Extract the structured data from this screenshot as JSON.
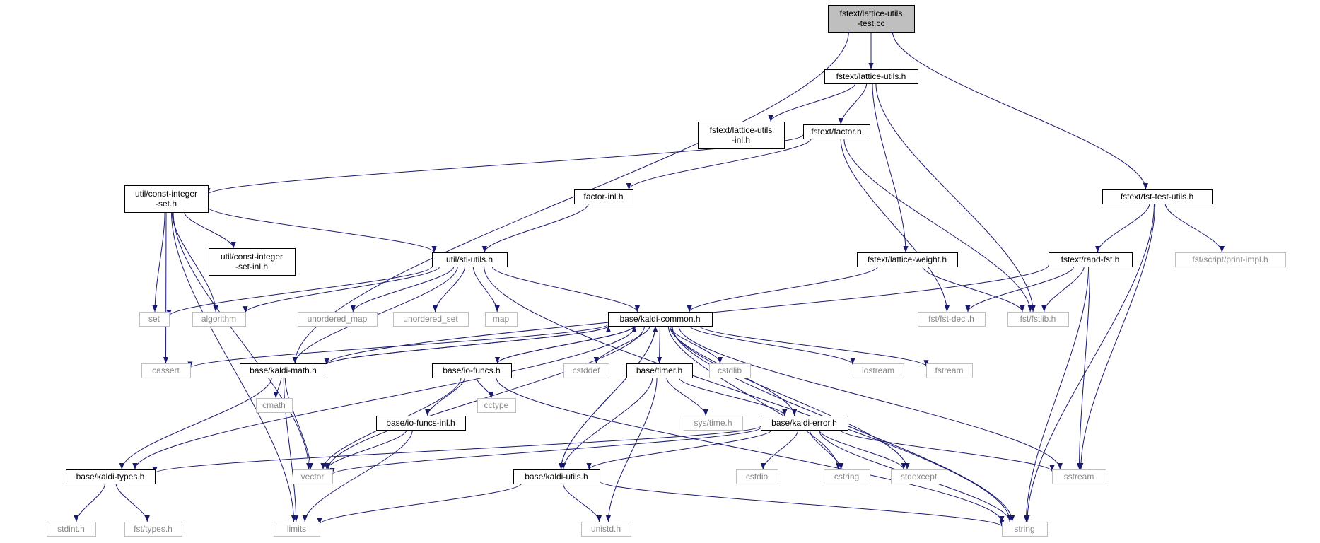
{
  "colors": {
    "edge": "#191970",
    "root_fill": "#bfbfbf",
    "root_border": "#000000",
    "local_border": "#000000",
    "local_fill": "#ffffff",
    "external_border": "#bfbfbf",
    "external_text": "#888888",
    "text": "#000000"
  },
  "diagram": {
    "nodes": [
      {
        "id": "root",
        "lines": [
          "fstext/lattice-utils",
          "-test.cc"
        ],
        "kind": "root"
      },
      {
        "id": "lattice_utils_h",
        "lines": [
          "fstext/lattice-utils.h"
        ],
        "kind": "local"
      },
      {
        "id": "lattice_utils_inl",
        "lines": [
          "fstext/lattice-utils",
          "-inl.h"
        ],
        "kind": "local"
      },
      {
        "id": "factor_h",
        "lines": [
          "fstext/factor.h"
        ],
        "kind": "local"
      },
      {
        "id": "fst_test_utils",
        "lines": [
          "fstext/fst-test-utils.h"
        ],
        "kind": "local"
      },
      {
        "id": "const_integer_set",
        "lines": [
          "util/const-integer",
          "-set.h"
        ],
        "kind": "local"
      },
      {
        "id": "factor_inl",
        "lines": [
          "factor-inl.h"
        ],
        "kind": "local"
      },
      {
        "id": "const_integer_set_inl",
        "lines": [
          "util/const-integer",
          "-set-inl.h"
        ],
        "kind": "local"
      },
      {
        "id": "stl_utils",
        "lines": [
          "util/stl-utils.h"
        ],
        "kind": "local"
      },
      {
        "id": "lattice_weight",
        "lines": [
          "fstext/lattice-weight.h"
        ],
        "kind": "local"
      },
      {
        "id": "rand_fst",
        "lines": [
          "fstext/rand-fst.h"
        ],
        "kind": "local"
      },
      {
        "id": "print_impl",
        "lines": [
          "fst/script/print-impl.h"
        ],
        "kind": "external"
      },
      {
        "id": "set",
        "lines": [
          "set"
        ],
        "kind": "external"
      },
      {
        "id": "algorithm",
        "lines": [
          "algorithm"
        ],
        "kind": "external"
      },
      {
        "id": "unordered_map",
        "lines": [
          "unordered_map"
        ],
        "kind": "external"
      },
      {
        "id": "unordered_set",
        "lines": [
          "unordered_set"
        ],
        "kind": "external"
      },
      {
        "id": "map",
        "lines": [
          "map"
        ],
        "kind": "external"
      },
      {
        "id": "kaldi_common",
        "lines": [
          "base/kaldi-common.h"
        ],
        "kind": "local"
      },
      {
        "id": "fst_decl",
        "lines": [
          "fst/fst-decl.h"
        ],
        "kind": "external"
      },
      {
        "id": "fstlib",
        "lines": [
          "fst/fstlib.h"
        ],
        "kind": "external"
      },
      {
        "id": "cassert",
        "lines": [
          "cassert"
        ],
        "kind": "external"
      },
      {
        "id": "kaldi_math",
        "lines": [
          "base/kaldi-math.h"
        ],
        "kind": "local"
      },
      {
        "id": "io_funcs",
        "lines": [
          "base/io-funcs.h"
        ],
        "kind": "local"
      },
      {
        "id": "cstddef",
        "lines": [
          "cstddef"
        ],
        "kind": "external"
      },
      {
        "id": "timer",
        "lines": [
          "base/timer.h"
        ],
        "kind": "local"
      },
      {
        "id": "cstdlib",
        "lines": [
          "cstdlib"
        ],
        "kind": "external"
      },
      {
        "id": "iostream",
        "lines": [
          "iostream"
        ],
        "kind": "external"
      },
      {
        "id": "fstream",
        "lines": [
          "fstream"
        ],
        "kind": "external"
      },
      {
        "id": "cmath",
        "lines": [
          "cmath"
        ],
        "kind": "external"
      },
      {
        "id": "io_funcs_inl",
        "lines": [
          "base/io-funcs-inl.h"
        ],
        "kind": "local"
      },
      {
        "id": "cctype",
        "lines": [
          "cctype"
        ],
        "kind": "external"
      },
      {
        "id": "sys_time",
        "lines": [
          "sys/time.h"
        ],
        "kind": "external"
      },
      {
        "id": "kaldi_error",
        "lines": [
          "base/kaldi-error.h"
        ],
        "kind": "local"
      },
      {
        "id": "kaldi_types",
        "lines": [
          "base/kaldi-types.h"
        ],
        "kind": "local"
      },
      {
        "id": "vector",
        "lines": [
          "vector"
        ],
        "kind": "external"
      },
      {
        "id": "kaldi_utils",
        "lines": [
          "base/kaldi-utils.h"
        ],
        "kind": "local"
      },
      {
        "id": "cstdio",
        "lines": [
          "cstdio"
        ],
        "kind": "external"
      },
      {
        "id": "cstring",
        "lines": [
          "cstring"
        ],
        "kind": "external"
      },
      {
        "id": "stdexcept",
        "lines": [
          "stdexcept"
        ],
        "kind": "external"
      },
      {
        "id": "sstream",
        "lines": [
          "sstream"
        ],
        "kind": "external"
      },
      {
        "id": "stdint",
        "lines": [
          "stdint.h"
        ],
        "kind": "external"
      },
      {
        "id": "fst_types",
        "lines": [
          "fst/types.h"
        ],
        "kind": "external"
      },
      {
        "id": "limits",
        "lines": [
          "limits"
        ],
        "kind": "external"
      },
      {
        "id": "unistd",
        "lines": [
          "unistd.h"
        ],
        "kind": "external"
      },
      {
        "id": "string",
        "lines": [
          "string"
        ],
        "kind": "external"
      }
    ],
    "edges": [
      {
        "from": "root",
        "to": "lattice_utils_h"
      },
      {
        "from": "root",
        "to": "kaldi_math"
      },
      {
        "from": "root",
        "to": "fst_test_utils"
      },
      {
        "from": "lattice_utils_h",
        "to": "lattice_utils_inl"
      },
      {
        "from": "lattice_utils_h",
        "to": "factor_h"
      },
      {
        "from": "lattice_utils_h",
        "to": "lattice_weight"
      },
      {
        "from": "lattice_utils_h",
        "to": "fstlib"
      },
      {
        "from": "factor_h",
        "to": "const_integer_set"
      },
      {
        "from": "factor_h",
        "to": "factor_inl"
      },
      {
        "from": "factor_h",
        "to": "fst_decl"
      },
      {
        "from": "factor_h",
        "to": "fstlib"
      },
      {
        "from": "factor_inl",
        "to": "stl_utils"
      },
      {
        "from": "const_integer_set",
        "to": "const_integer_set_inl"
      },
      {
        "from": "const_integer_set",
        "to": "stl_utils"
      },
      {
        "from": "const_integer_set",
        "to": "set"
      },
      {
        "from": "const_integer_set",
        "to": "algorithm"
      },
      {
        "from": "const_integer_set",
        "to": "cassert"
      },
      {
        "from": "const_integer_set",
        "to": "vector"
      },
      {
        "from": "const_integer_set",
        "to": "limits"
      },
      {
        "from": "stl_utils",
        "to": "set"
      },
      {
        "from": "stl_utils",
        "to": "algorithm"
      },
      {
        "from": "stl_utils",
        "to": "unordered_map"
      },
      {
        "from": "stl_utils",
        "to": "unordered_set"
      },
      {
        "from": "stl_utils",
        "to": "map"
      },
      {
        "from": "stl_utils",
        "to": "kaldi_common"
      },
      {
        "from": "stl_utils",
        "to": "kaldi_math"
      },
      {
        "from": "stl_utils",
        "to": "string"
      },
      {
        "from": "lattice_weight",
        "to": "kaldi_common"
      },
      {
        "from": "lattice_weight",
        "to": "fstlib"
      },
      {
        "from": "fst_test_utils",
        "to": "rand_fst"
      },
      {
        "from": "fst_test_utils",
        "to": "print_impl"
      },
      {
        "from": "fst_test_utils",
        "to": "sstream"
      },
      {
        "from": "fst_test_utils",
        "to": "string"
      },
      {
        "from": "rand_fst",
        "to": "kaldi_math"
      },
      {
        "from": "rand_fst",
        "to": "fst_decl"
      },
      {
        "from": "rand_fst",
        "to": "fstlib"
      },
      {
        "from": "rand_fst",
        "to": "sstream"
      },
      {
        "from": "rand_fst",
        "to": "string"
      },
      {
        "from": "kaldi_common",
        "to": "kaldi_math"
      },
      {
        "from": "kaldi_common",
        "to": "io_funcs"
      },
      {
        "from": "kaldi_common",
        "to": "cassert"
      },
      {
        "from": "kaldi_common",
        "to": "cstddef"
      },
      {
        "from": "kaldi_common",
        "to": "timer"
      },
      {
        "from": "kaldi_common",
        "to": "cstdlib"
      },
      {
        "from": "kaldi_common",
        "to": "iostream"
      },
      {
        "from": "kaldi_common",
        "to": "fstream"
      },
      {
        "from": "kaldi_common",
        "to": "kaldi_error"
      },
      {
        "from": "kaldi_common",
        "to": "kaldi_types"
      },
      {
        "from": "kaldi_common",
        "to": "kaldi_utils"
      },
      {
        "from": "kaldi_common",
        "to": "vector"
      },
      {
        "from": "kaldi_common",
        "to": "cstring"
      },
      {
        "from": "kaldi_common",
        "to": "stdexcept"
      },
      {
        "from": "kaldi_common",
        "to": "sstream"
      },
      {
        "from": "kaldi_common",
        "to": "string"
      },
      {
        "from": "kaldi_math",
        "to": "kaldi_common"
      },
      {
        "from": "kaldi_math",
        "to": "kaldi_types"
      },
      {
        "from": "kaldi_math",
        "to": "cmath"
      },
      {
        "from": "kaldi_math",
        "to": "vector"
      },
      {
        "from": "kaldi_math",
        "to": "limits"
      },
      {
        "from": "io_funcs",
        "to": "kaldi_common"
      },
      {
        "from": "io_funcs",
        "to": "io_funcs_inl"
      },
      {
        "from": "io_funcs",
        "to": "cctype"
      },
      {
        "from": "io_funcs",
        "to": "vector"
      },
      {
        "from": "io_funcs",
        "to": "string"
      },
      {
        "from": "io_funcs_inl",
        "to": "vector"
      },
      {
        "from": "io_funcs_inl",
        "to": "limits"
      },
      {
        "from": "timer",
        "to": "sys_time"
      },
      {
        "from": "timer",
        "to": "kaldi_error"
      },
      {
        "from": "timer",
        "to": "kaldi_utils"
      },
      {
        "from": "timer",
        "to": "unistd"
      },
      {
        "from": "kaldi_error",
        "to": "kaldi_types"
      },
      {
        "from": "kaldi_error",
        "to": "kaldi_utils"
      },
      {
        "from": "kaldi_error",
        "to": "vector"
      },
      {
        "from": "kaldi_error",
        "to": "cstdio"
      },
      {
        "from": "kaldi_error",
        "to": "cstring"
      },
      {
        "from": "kaldi_error",
        "to": "stdexcept"
      },
      {
        "from": "kaldi_error",
        "to": "sstream"
      },
      {
        "from": "kaldi_error",
        "to": "string"
      },
      {
        "from": "kaldi_utils",
        "to": "kaldi_common"
      },
      {
        "from": "kaldi_utils",
        "to": "limits"
      },
      {
        "from": "kaldi_utils",
        "to": "unistd"
      },
      {
        "from": "kaldi_utils",
        "to": "string"
      },
      {
        "from": "kaldi_types",
        "to": "stdint"
      },
      {
        "from": "kaldi_types",
        "to": "fst_types"
      }
    ]
  }
}
